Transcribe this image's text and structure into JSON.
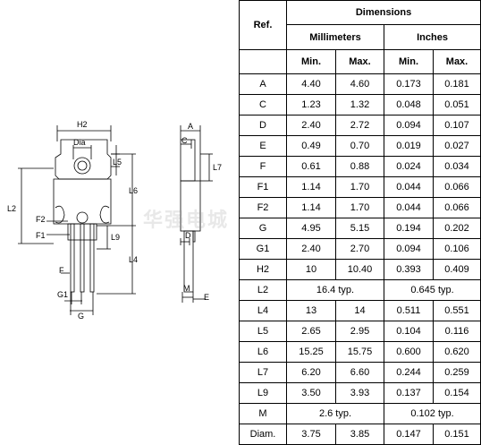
{
  "drawing": {
    "labels": {
      "h2": "H2",
      "dia": "Dia",
      "l5": "L5",
      "l6": "L6",
      "l2": "L2",
      "f2": "F2",
      "f1": "F1",
      "l9": "L9",
      "l4": "L4",
      "f": "F",
      "g1": "G1",
      "g": "G",
      "a": "A",
      "c": "C",
      "l7": "L7",
      "d": "D",
      "m": "M",
      "e": "E"
    }
  },
  "table": {
    "header": {
      "ref": "Ref.",
      "dimensions": "Dimensions",
      "millimeters": "Millimeters",
      "inches": "Inches",
      "min": "Min.",
      "max": "Max."
    },
    "rows": [
      {
        "ref": "A",
        "mm_min": "4.40",
        "mm_max": "4.60",
        "in_min": "0.173",
        "in_max": "0.181"
      },
      {
        "ref": "C",
        "mm_min": "1.23",
        "mm_max": "1.32",
        "in_min": "0.048",
        "in_max": "0.051"
      },
      {
        "ref": "D",
        "mm_min": "2.40",
        "mm_max": "2.72",
        "in_min": "0.094",
        "in_max": "0.107"
      },
      {
        "ref": "E",
        "mm_min": "0.49",
        "mm_max": "0.70",
        "in_min": "0.019",
        "in_max": "0.027"
      },
      {
        "ref": "F",
        "mm_min": "0.61",
        "mm_max": "0.88",
        "in_min": "0.024",
        "in_max": "0.034"
      },
      {
        "ref": "F1",
        "mm_min": "1.14",
        "mm_max": "1.70",
        "in_min": "0.044",
        "in_max": "0.066"
      },
      {
        "ref": "F2",
        "mm_min": "1.14",
        "mm_max": "1.70",
        "in_min": "0.044",
        "in_max": "0.066"
      },
      {
        "ref": "G",
        "mm_min": "4.95",
        "mm_max": "5.15",
        "in_min": "0.194",
        "in_max": "0.202"
      },
      {
        "ref": "G1",
        "mm_min": "2.40",
        "mm_max": "2.70",
        "in_min": "0.094",
        "in_max": "0.106"
      },
      {
        "ref": "H2",
        "mm_min": "10",
        "mm_max": "10.40",
        "in_min": "0.393",
        "in_max": "0.409"
      },
      {
        "ref": "L2",
        "mm_typ": "16.4 typ.",
        "in_typ": "0.645 typ."
      },
      {
        "ref": "L4",
        "mm_min": "13",
        "mm_max": "14",
        "in_min": "0.511",
        "in_max": "0.551"
      },
      {
        "ref": "L5",
        "mm_min": "2.65",
        "mm_max": "2.95",
        "in_min": "0.104",
        "in_max": "0.116"
      },
      {
        "ref": "L6",
        "mm_min": "15.25",
        "mm_max": "15.75",
        "in_min": "0.600",
        "in_max": "0.620"
      },
      {
        "ref": "L7",
        "mm_min": "6.20",
        "mm_max": "6.60",
        "in_min": "0.244",
        "in_max": "0.259"
      },
      {
        "ref": "L9",
        "mm_min": "3.50",
        "mm_max": "3.93",
        "in_min": "0.137",
        "in_max": "0.154"
      },
      {
        "ref": "M",
        "mm_typ": "2.6 typ.",
        "in_typ": "0.102 typ."
      },
      {
        "ref": "Diam.",
        "mm_min": "3.75",
        "mm_max": "3.85",
        "in_min": "0.147",
        "in_max": "0.151"
      }
    ]
  }
}
